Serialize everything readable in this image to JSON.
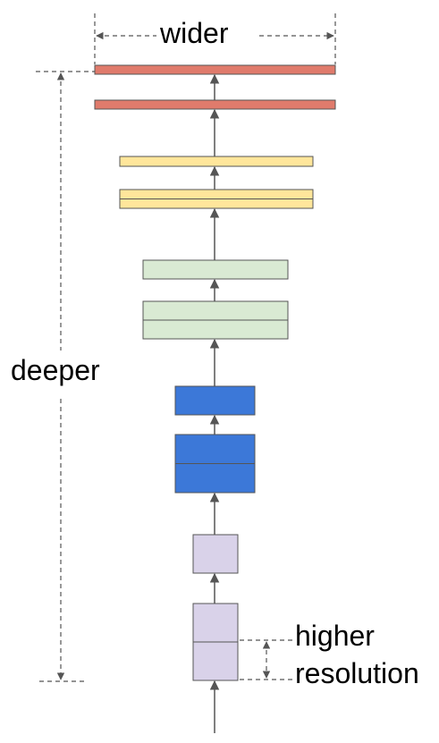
{
  "labels": {
    "wider": "wider",
    "deeper": "deeper",
    "higher_resolution": [
      "higher",
      "resolution"
    ]
  },
  "colors": {
    "red": "#e07b6c",
    "yellow": "#ffe69b",
    "green": "#d9ead3",
    "blue": "#3c78d8",
    "purple": "#d9d2e9",
    "stroke": "#555555",
    "dashed": "#555555"
  },
  "stages": [
    {
      "name": "stage-1",
      "color_key": "purple",
      "blocks": 2
    },
    {
      "name": "stage-2",
      "color_key": "purple",
      "blocks": 1
    },
    {
      "name": "stage-3",
      "color_key": "blue",
      "blocks": 2
    },
    {
      "name": "stage-4",
      "color_key": "blue",
      "blocks": 1
    },
    {
      "name": "stage-5",
      "color_key": "green",
      "blocks": 2
    },
    {
      "name": "stage-6",
      "color_key": "green",
      "blocks": 1
    },
    {
      "name": "stage-7",
      "color_key": "yellow",
      "blocks": 2
    },
    {
      "name": "stage-8",
      "color_key": "yellow",
      "blocks": 1
    },
    {
      "name": "stage-9",
      "color_key": "red",
      "blocks": 1
    },
    {
      "name": "stage-10",
      "color_key": "red",
      "blocks": 1
    }
  ]
}
